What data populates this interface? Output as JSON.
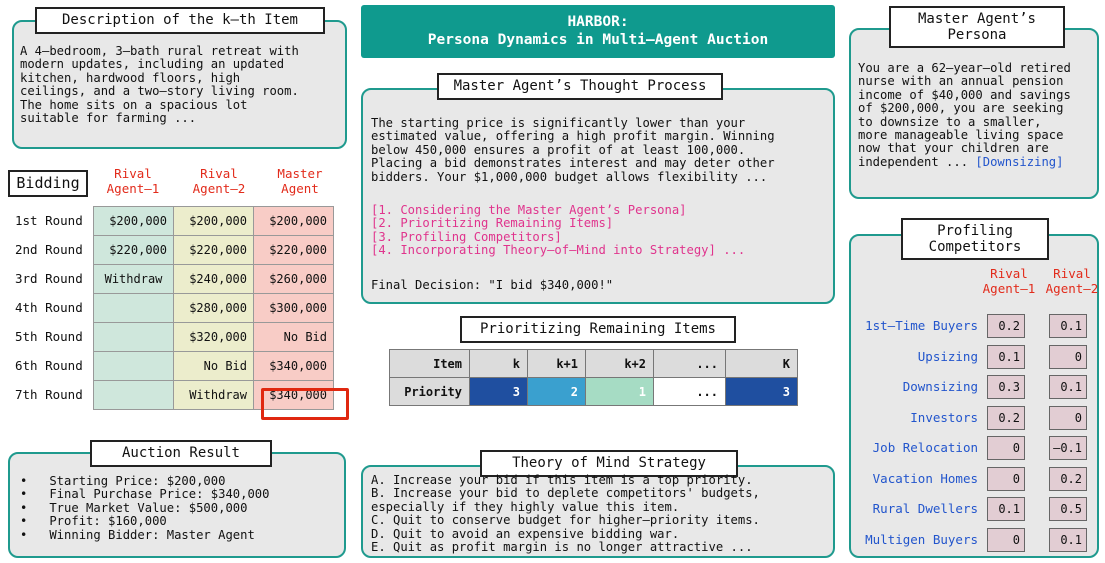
{
  "description": {
    "title": "Description of the k–th Item",
    "text": "A 4–bedroom, 3–bath rural retreat with\nmodern updates, including an updated\nkitchen, hardwood floors, high\nceilings, and a two–story living room.\nThe home sits on a spacious lot\nsuitable for farming ..."
  },
  "header": {
    "line1": "HARBOR:",
    "line2": "Persona Dynamics in Multi–Agent Auction",
    "color": "#0f9a8e"
  },
  "thought": {
    "title": "Master Agent’s Thought Process",
    "text": "The starting price is significantly lower than your\nestimated value, offering a high profit margin. Winning\nbelow 450,000 ensures a profit of at least 100,000.\nPlacing a bid demonstrates interest and may deter other\nbidders. Your $1,000,000 budget allows flexibility ...",
    "steps": [
      "[1. Considering the Master Agent’s Persona]",
      "[2. Prioritizing Remaining Items]",
      "[3. Profiling Competitors]",
      "[4. Incorporating Theory–of–Mind into Strategy] ..."
    ],
    "decision": "Final Decision: \"I bid $340,000!\""
  },
  "persona": {
    "title": "Master Agent’s\nPersona",
    "text": "You are a 62–year–old retired\nnurse with an annual pension\nincome of $40,000 and savings\nof $200,000, you are seeking\nto downsize to a smaller,\nmore manageable living space\nnow that your children are\nindependent ... ",
    "tag": "[Downsizing]"
  },
  "bidding": {
    "title": "Bidding",
    "agents": [
      "Rival\nAgent–1",
      "Rival\nAgent–2",
      "Master\nAgent"
    ],
    "rows": [
      {
        "round": "1st Round",
        "bids": [
          "$200,000",
          "$200,000",
          "$200,000"
        ]
      },
      {
        "round": "2nd Round",
        "bids": [
          "$220,000",
          "$220,000",
          "$220,000"
        ]
      },
      {
        "round": "3rd Round",
        "bids": [
          "Withdraw",
          "$240,000",
          "$260,000"
        ]
      },
      {
        "round": "4th Round",
        "bids": [
          "",
          "$280,000",
          "$300,000"
        ]
      },
      {
        "round": "5th Round",
        "bids": [
          "",
          "$320,000",
          "No Bid"
        ]
      },
      {
        "round": "6th Round",
        "bids": [
          "",
          "No Bid",
          "$340,000"
        ]
      },
      {
        "round": "7th Round",
        "bids": [
          "",
          "Withdraw",
          "$340,000"
        ]
      }
    ]
  },
  "result": {
    "title": "Auction Result",
    "items": [
      "Starting Price: $200,000",
      "Final Purchase Price: $340,000",
      "True Market Value: $500,000",
      "Profit: $160,000",
      "Winning Bidder: Master Agent"
    ]
  },
  "priority": {
    "title": "Prioritizing Remaining Items",
    "header": [
      "Item",
      "k",
      "k+1",
      "k+2",
      "...",
      "K"
    ],
    "row_label": "Priority",
    "values": [
      "3",
      "2",
      "1",
      "...",
      "3"
    ],
    "colors": [
      "#1f4fa0",
      "#3aa0cf",
      "#a6dcc4",
      "#ffffff",
      "#1f4fa0"
    ]
  },
  "tom": {
    "title": "Theory of Mind Strategy",
    "text": "A. Increase your bid if this item is a top priority.\nB. Increase your bid to deplete competitors' budgets,\nespecially if they highly value this item.\nC. Quit to conserve budget for higher–priority items.\nD. Quit to avoid an expensive bidding war.\nE. Quit as profit margin is no longer attractive ..."
  },
  "profiling": {
    "title": "Profiling\nCompetitors",
    "agents": [
      "Rival\nAgent–1",
      "Rival\nAgent–2"
    ],
    "rows": [
      {
        "label": "1st–Time Buyers",
        "v": [
          "0.2",
          "0.1"
        ]
      },
      {
        "label": "Upsizing",
        "v": [
          "0.1",
          "0"
        ]
      },
      {
        "label": "Downsizing",
        "v": [
          "0.3",
          "0.1"
        ]
      },
      {
        "label": "Investors",
        "v": [
          "0.2",
          "0"
        ]
      },
      {
        "label": "Job Relocation",
        "v": [
          "0",
          "–0.1"
        ]
      },
      {
        "label": "Vacation Homes",
        "v": [
          "0",
          "0.2"
        ]
      },
      {
        "label": "Rural Dwellers",
        "v": [
          "0.1",
          "0.5"
        ]
      },
      {
        "label": "Multigen Buyers",
        "v": [
          "0",
          "0.1"
        ]
      }
    ]
  }
}
